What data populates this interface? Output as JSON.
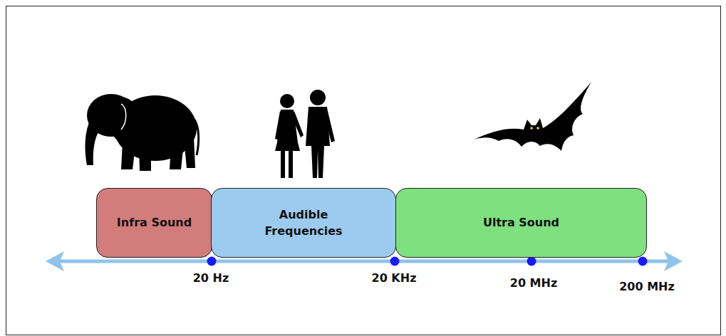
{
  "diagram": {
    "nodes": [
      {
        "text": [
          "Infra Sound"
        ]
      },
      {
        "text": [
          "Audible Frequencies"
        ]
      },
      {
        "text": [
          "Ultra Sound"
        ]
      }
    ],
    "labels": [
      "20 Hz",
      "20 KHz",
      "20 MHz",
      "200 MHz"
    ]
  }
}
